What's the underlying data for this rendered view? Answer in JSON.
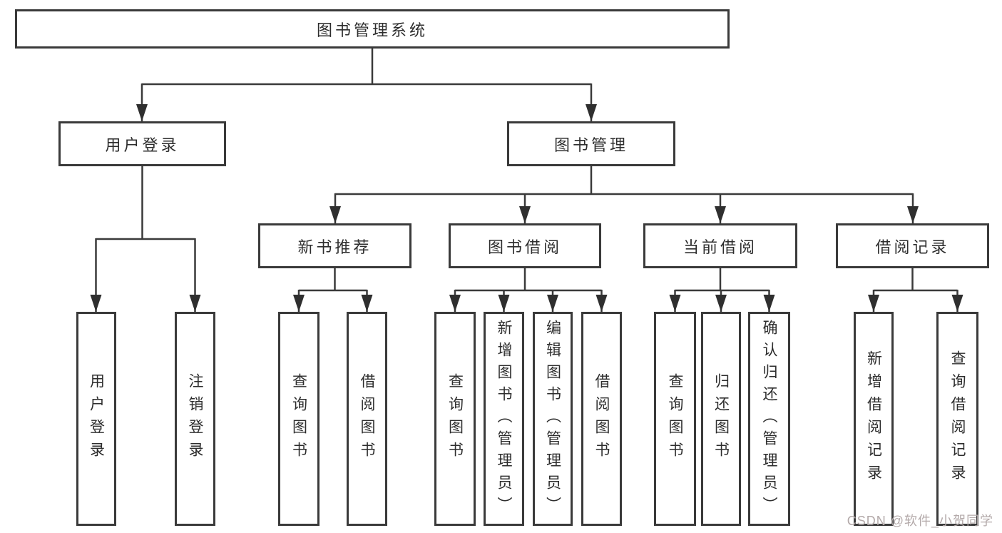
{
  "tree": {
    "root": "图书管理系统",
    "children": [
      {
        "label": "用户登录",
        "children": [
          {
            "label": "用户登录"
          },
          {
            "label": "注销登录"
          }
        ]
      },
      {
        "label": "图书管理",
        "children": [
          {
            "label": "新书推荐",
            "children": [
              {
                "label": "查询图书"
              },
              {
                "label": "借阅图书"
              }
            ]
          },
          {
            "label": "图书借阅",
            "children": [
              {
                "label": "查询图书"
              },
              {
                "label": "新增图书（管理员）"
              },
              {
                "label": "编辑图书（管理员）"
              },
              {
                "label": "借阅图书"
              }
            ]
          },
          {
            "label": "当前借阅",
            "children": [
              {
                "label": "查询图书"
              },
              {
                "label": "归还图书"
              },
              {
                "label": "确认归还（管理员）"
              }
            ]
          },
          {
            "label": "借阅记录",
            "children": [
              {
                "label": "新增借阅记录"
              },
              {
                "label": "查询借阅记录"
              }
            ]
          }
        ]
      }
    ]
  },
  "watermark": {
    "text": "CSDN @软件_小贺同学"
  },
  "colors": {
    "line": "#3a3a3a",
    "text": "#2d2d2d",
    "watermark": "#b3a9a9",
    "background": "#ffffff"
  }
}
